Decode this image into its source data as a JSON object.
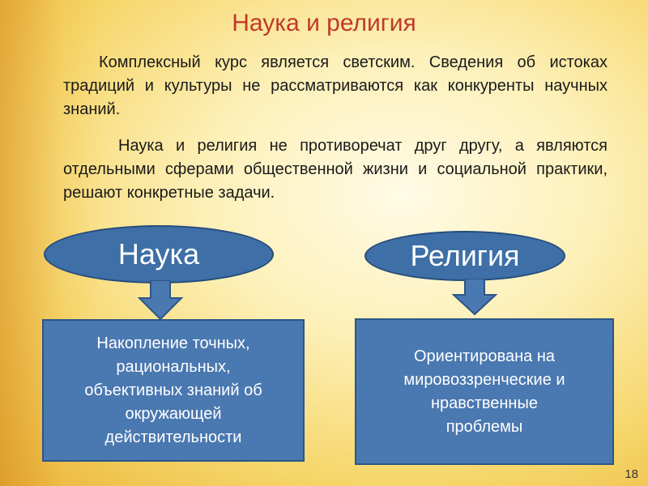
{
  "slide": {
    "title": "Наука и религия",
    "paragraphs": [
      "Комплексный курс является светским. Сведения об истоках традиций и культуры не рассматриваются как конкуренты научных знаний.",
      "Наука и религия не противоречат друг другу, а являются отдельными сферами общественной жизни и социальной практики, решают конкретные задачи."
    ],
    "page_number": "18"
  },
  "diagram": {
    "nodes": [
      {
        "label": "Наука",
        "lines": [
          "Накопление точных,",
          "рациональных,",
          "объективных знаний об",
          "окружающей",
          "действительности"
        ]
      },
      {
        "label": "Религия",
        "lines": [
          "Ориентирована на",
          "мировоззренческие  и",
          "нравственные",
          "проблемы"
        ]
      }
    ]
  },
  "colors": {
    "title": "#c0392b",
    "shape_fill": "#4a78b0",
    "shape_border": "#2c5686",
    "text_on_shape": "#ffffff"
  }
}
